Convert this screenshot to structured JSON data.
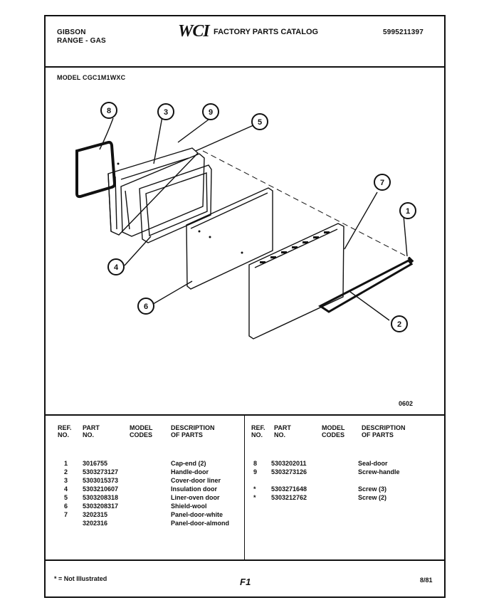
{
  "header": {
    "brand": "GIBSON",
    "product": "RANGE - GAS",
    "logo": "WCI",
    "catalog_title": "FACTORY PARTS CATALOG",
    "catalog_number": "5995211397",
    "model_line": "MODEL CGC1M1WXC"
  },
  "diagram": {
    "callouts": [
      "8",
      "3",
      "9",
      "5",
      "7",
      "1",
      "4",
      "6",
      "2"
    ],
    "code": "0602"
  },
  "table": {
    "headers": {
      "ref": "REF.",
      "ref2": "NO.",
      "part": "PART",
      "part2": "NO.",
      "model": "MODEL",
      "model2": "CODES",
      "desc": "DESCRIPTION",
      "desc2": "OF PARTS"
    },
    "left_rows": [
      {
        "ref": "1",
        "part": "3016755",
        "desc": "Cap-end (2)"
      },
      {
        "ref": "2",
        "part": "5303273127",
        "desc": "Handle-door"
      },
      {
        "ref": "3",
        "part": "5303015373",
        "desc": "Cover-door liner"
      },
      {
        "ref": "4",
        "part": "5303210607",
        "desc": "Insulation door"
      },
      {
        "ref": "5",
        "part": "5303208318",
        "desc": "Liner-oven door"
      },
      {
        "ref": "6",
        "part": "5303208317",
        "desc": "Shield-wool"
      },
      {
        "ref": "7",
        "part": "3202315",
        "desc": "Panel-door-white"
      },
      {
        "ref": "",
        "part": "3202316",
        "desc": "Panel-door-almond"
      }
    ],
    "right_rows": [
      {
        "ref": "8",
        "part": "5303202011",
        "desc": "Seal-door"
      },
      {
        "ref": "9",
        "part": "5303273126",
        "desc": "Screw-handle"
      },
      {
        "ref": "",
        "part": "",
        "desc": ""
      },
      {
        "ref": "*",
        "part": "5303271648",
        "desc": "Screw (3)"
      },
      {
        "ref": "*",
        "part": "5303212762",
        "desc": "Screw (2)"
      }
    ]
  },
  "footer": {
    "note": "* = Not Illustrated",
    "page": "F1",
    "date": "8/81"
  }
}
